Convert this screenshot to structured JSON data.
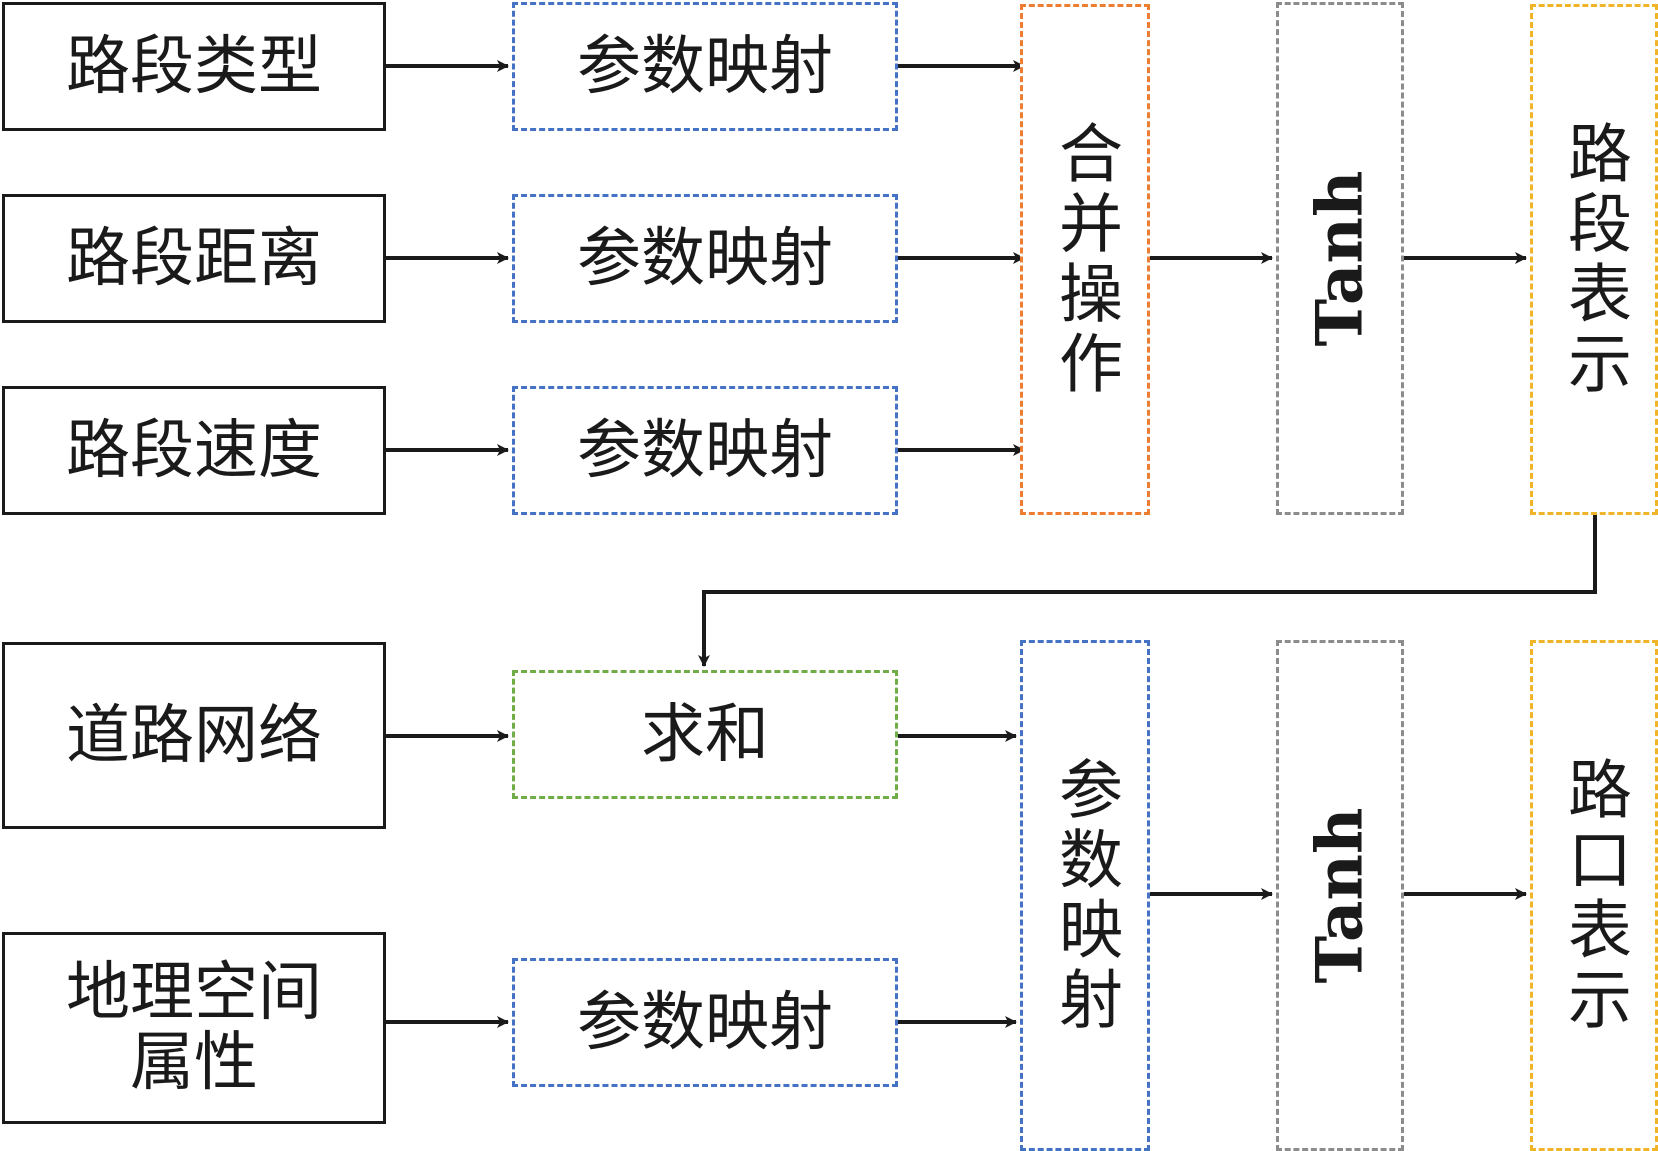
{
  "inputs": {
    "segment_type": "路段类型",
    "segment_distance": "路段距离",
    "segment_speed": "路段速度",
    "road_network": "道路网络",
    "geo_attr_line1": "地理空间",
    "geo_attr_line2": "属性"
  },
  "ops": {
    "param_map_1": "参数映射",
    "param_map_2": "参数映射",
    "param_map_3": "参数映射",
    "sum": "求和",
    "param_map_4": "参数映射",
    "merge": "合并操作",
    "param_map_vertical": "参数映射",
    "tanh_top": "Tanh",
    "tanh_bottom": "Tanh"
  },
  "outputs": {
    "segment_repr": "路段表示",
    "intersection_repr": "路口表示"
  },
  "colors": {
    "param_map": "#4472c4",
    "merge": "#ed7d31",
    "tanh": "#8c8c8c",
    "output": "#f0b429",
    "sum": "#70ad47",
    "input_border": "#1a1a1a"
  }
}
